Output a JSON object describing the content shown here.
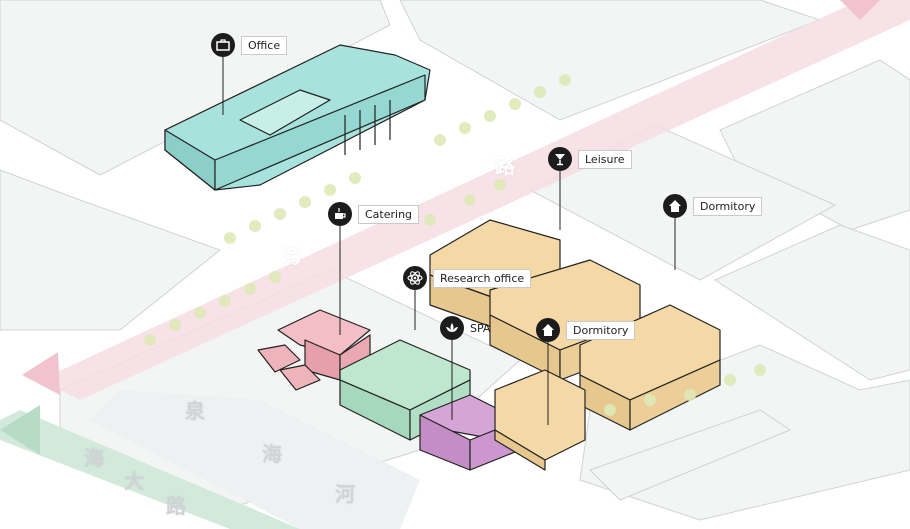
{
  "labels": {
    "office": "Office",
    "leisure": "Leisure",
    "dormitory_top": "Dormitory",
    "catering": "Catering",
    "research_office": "Research office",
    "spa": "SPA",
    "dormitory_bottom": "Dormitory"
  },
  "roads": {
    "hai_char": "海",
    "lu_char": "路",
    "bottom_road": [
      "海",
      "大",
      "路"
    ],
    "canal": [
      "泉",
      "海",
      "河"
    ]
  },
  "colors": {
    "office": "#a8e2dc",
    "catering": "#ecaab3",
    "spa_block": "#b6e1c9",
    "research": "#f2d7a3",
    "purple": "#cc99cf",
    "road_pink": "#f2d5dc",
    "road_green": "#cde6d6"
  },
  "icons": {
    "office": "briefcase-icon",
    "leisure": "cocktail-icon",
    "dormitory_top": "home-icon",
    "catering": "cup-icon",
    "research_office": "atom-icon",
    "spa": "lotus-icon",
    "dormitory_bottom": "home-icon"
  }
}
